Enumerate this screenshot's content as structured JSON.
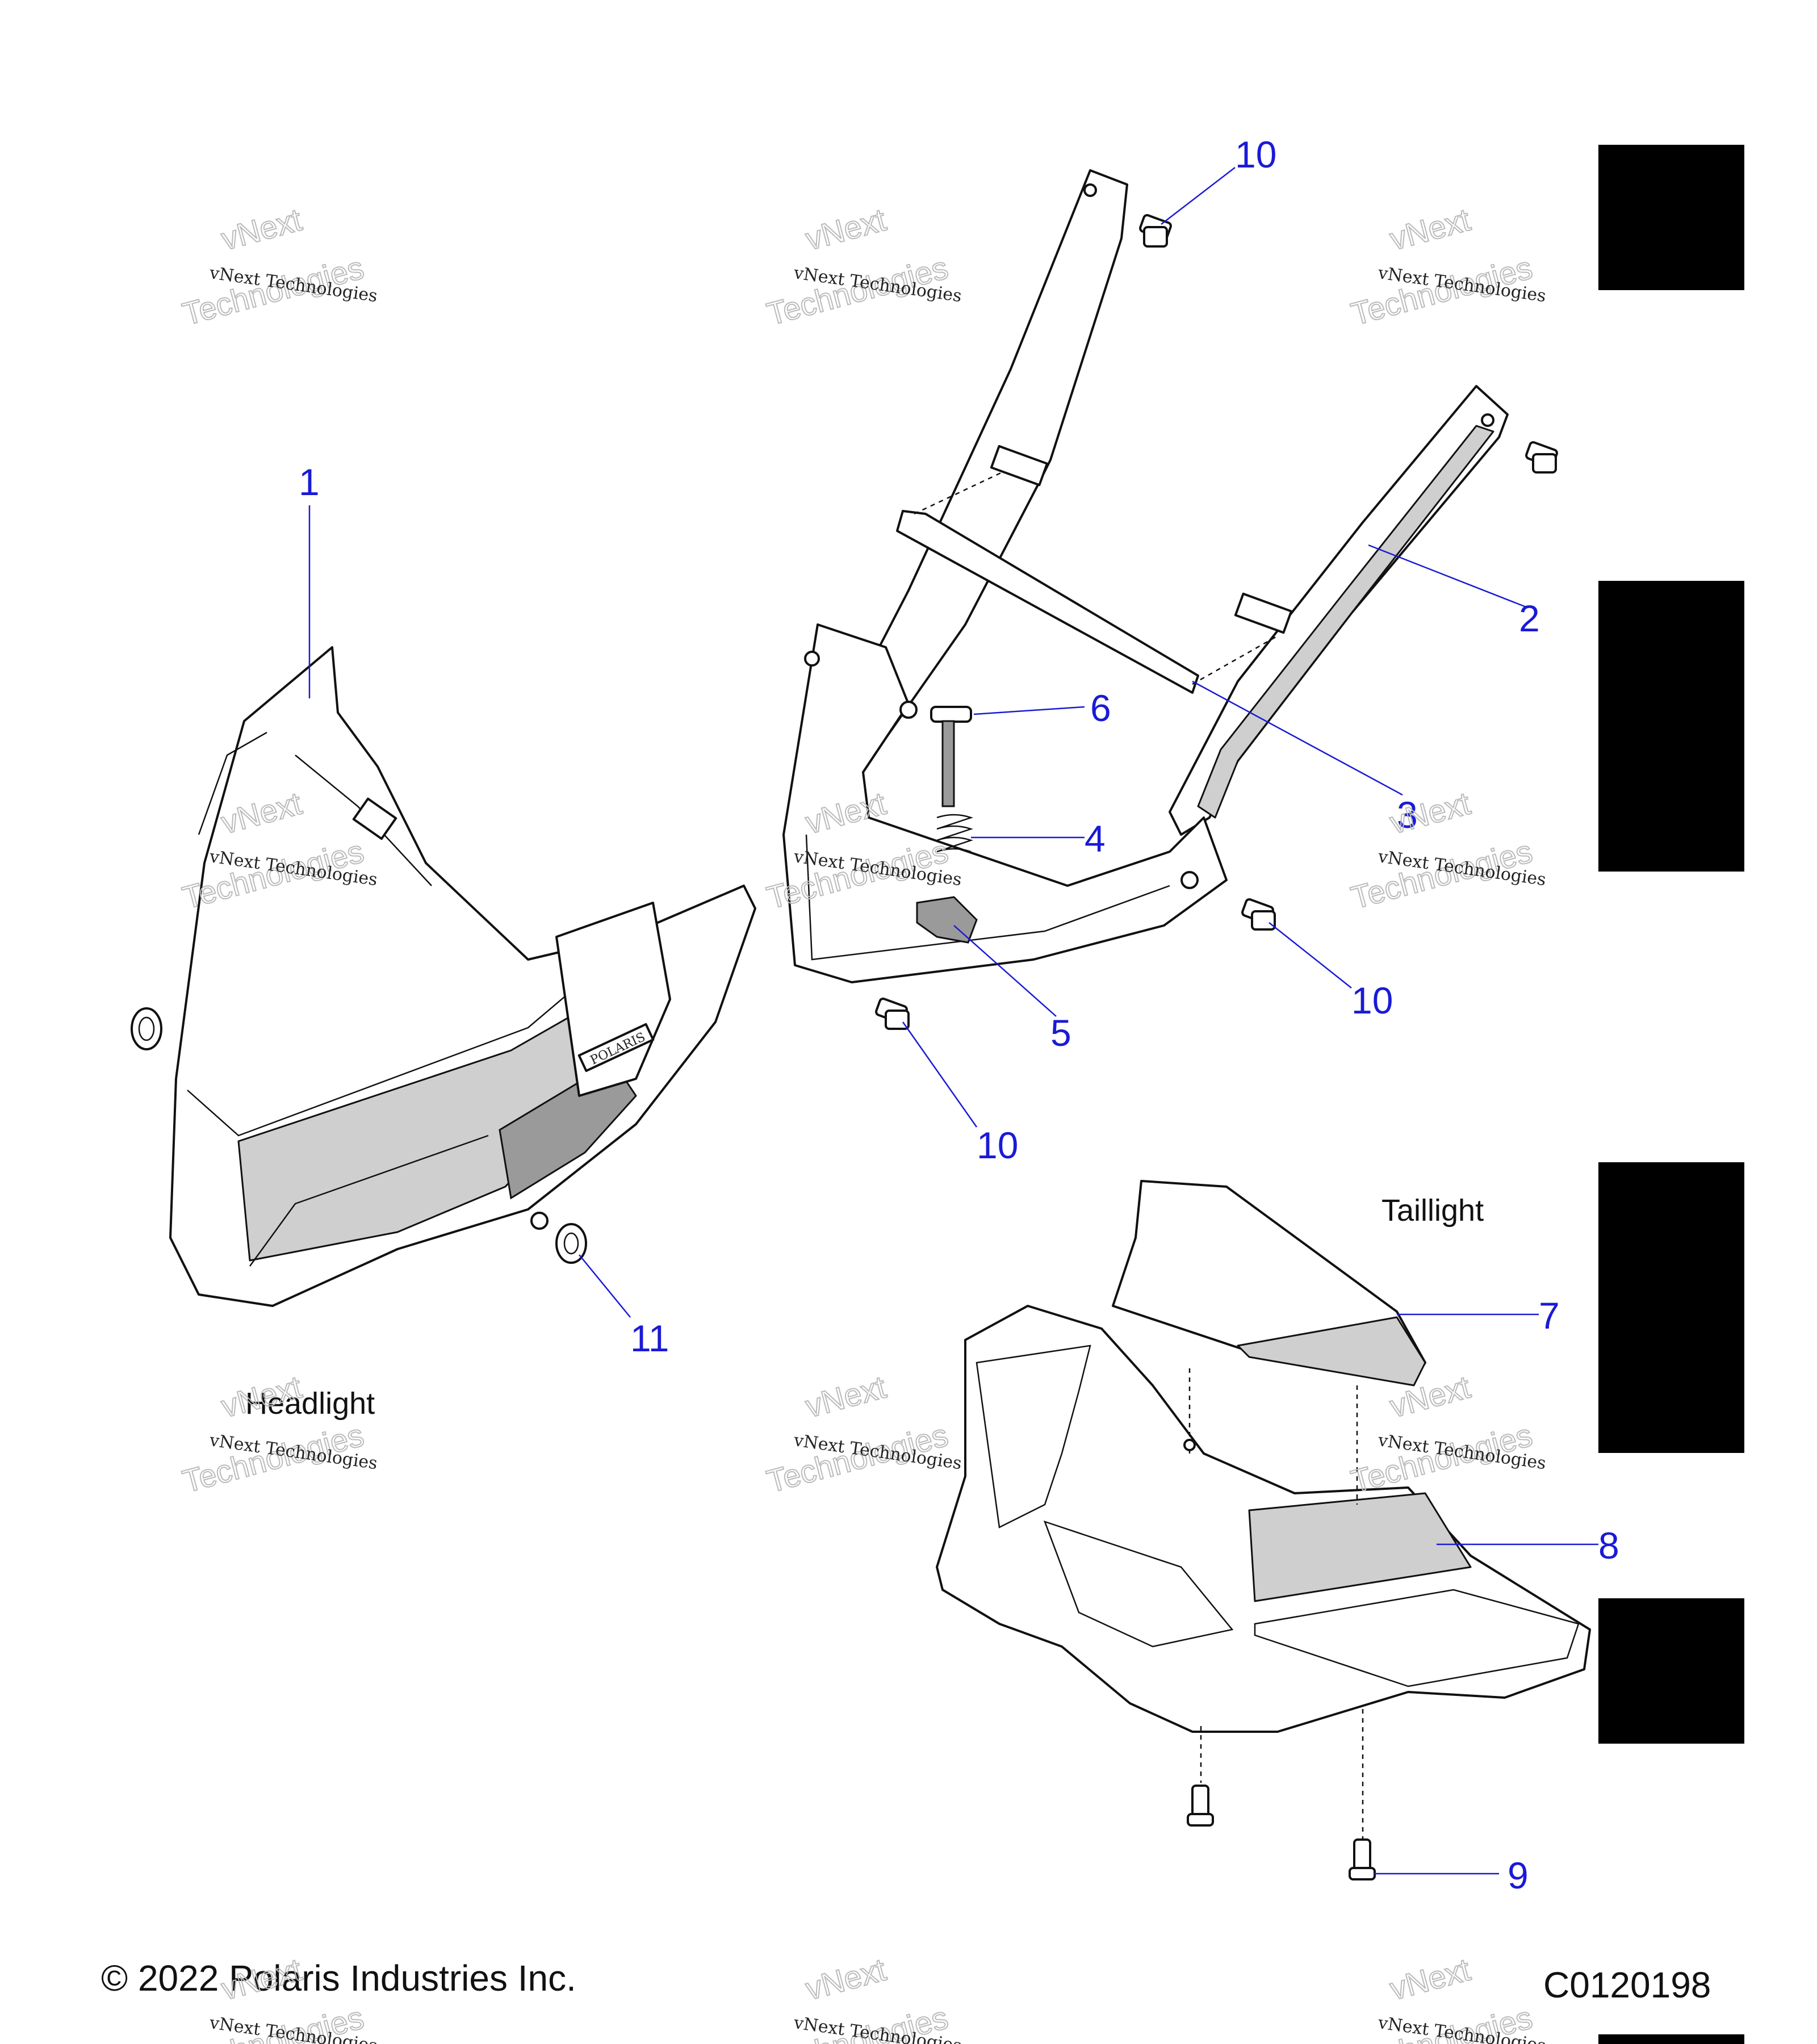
{
  "callouts": [
    {
      "id": "1",
      "label": "1"
    },
    {
      "id": "2",
      "label": "2"
    },
    {
      "id": "3",
      "label": "3"
    },
    {
      "id": "4",
      "label": "4"
    },
    {
      "id": "5",
      "label": "5"
    },
    {
      "id": "6",
      "label": "6"
    },
    {
      "id": "7",
      "label": "7"
    },
    {
      "id": "8",
      "label": "8"
    },
    {
      "id": "9",
      "label": "9"
    },
    {
      "id": "10a",
      "label": "10"
    },
    {
      "id": "10b",
      "label": "10"
    },
    {
      "id": "10c",
      "label": "10"
    },
    {
      "id": "11",
      "label": "11"
    }
  ],
  "labels": {
    "headlight": "Headlight",
    "taillight": "Taillight"
  },
  "footer": {
    "copyright": "© 2022 Polaris Industries Inc.",
    "diagram_code": "C0120198"
  },
  "watermark": {
    "line1": "vNext Technologies",
    "overlay_a": "vNext",
    "overlay_b": "Technologies"
  },
  "logo_text": "POLARIS"
}
